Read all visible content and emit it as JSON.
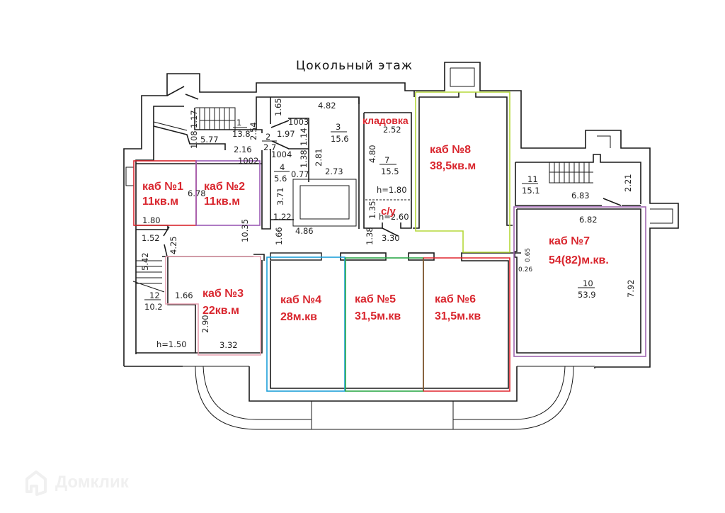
{
  "title": "Цокольный этаж",
  "watermark": {
    "text": "Домклик",
    "icon": "domclick-logo-icon"
  },
  "highlight_colors": {
    "kab1": "#d9262e",
    "kab2": "#9b59b6",
    "kab3": "#e8a0b0",
    "kab4": "#1ea0d8",
    "kab5": "#2ea84a",
    "kab6": "#e0262e",
    "kab6_divider": "#8b4a2b",
    "kab7": "#a066b0",
    "kab8": "#b5d83a"
  },
  "offices": [
    {
      "id": "kab1",
      "name": "каб №1",
      "area": "11кв.м"
    },
    {
      "id": "kab2",
      "name": "каб №2",
      "area": "11кв.м"
    },
    {
      "id": "kab3",
      "name": "каб №3",
      "area": "22кв.м"
    },
    {
      "id": "kab4",
      "name": "каб №4",
      "area": "28м.кв"
    },
    {
      "id": "kab5",
      "name": "каб №5",
      "area": "31,5м.кв"
    },
    {
      "id": "kab6",
      "name": "каб №6",
      "area": "31,5м.кв"
    },
    {
      "id": "kab7",
      "name": "каб №7",
      "area": "54(82)м.кв."
    },
    {
      "id": "kab8",
      "name": "каб №8",
      "area": "38,5кв.м"
    }
  ],
  "extra_labels": {
    "storage": "кладовка",
    "wc": "с/у"
  },
  "rooms": [
    {
      "num": "1",
      "area": "13.8"
    },
    {
      "num": "2",
      "area": "2.7"
    },
    {
      "num": "3",
      "area": "15.6"
    },
    {
      "num": "4",
      "area": "5.6"
    },
    {
      "num": "7",
      "area": "15.5"
    },
    {
      "num": "10",
      "area": "53.9"
    },
    {
      "num": "11",
      "area": "15.1"
    },
    {
      "num": "12",
      "area": "10.2"
    }
  ],
  "doors": [
    "1002",
    "1003",
    "1004"
  ],
  "heights": {
    "storage": "h=1.80",
    "wc": "h=2.60",
    "room12": "h=1.50"
  },
  "dimensions": {
    "d_1_17": "1.17",
    "d_5_77": "5.77",
    "d_1_08": "1.08",
    "d_2_54": "2.54",
    "d_2_16": "2.16",
    "d_1_65": "1.65",
    "d_4_82": "4.82",
    "d_1_97": "1.97",
    "d_1_14": "1.14",
    "d_1_38a": "1.38",
    "d_2_81": "2.81",
    "d_0_77": "0.77",
    "d_2_73": "2.73",
    "d_3_71": "3.71",
    "d_1_22": "1.22",
    "d_1_66a": "1.66",
    "d_4_86": "4.86",
    "d_6_78": "6.78",
    "d_1_80": "1.80",
    "d_1_52": "1.52",
    "d_4_25": "4.25",
    "d_10_35": "10.35",
    "d_5_42": "5.42",
    "d_1_66b": "1.66",
    "d_2_90": "2.90",
    "d_3_32": "3.32",
    "d_2_52": "2.52",
    "d_4_80": "4.80",
    "d_1_35": "1.35",
    "d_1_38b": "1.38",
    "d_3_30": "3.30",
    "d_6_83": "6.83",
    "d_2_21": "2.21",
    "d_6_82": "6.82",
    "d_0_65": "0.65",
    "d_0_26": "0.26",
    "d_7_92": "7.92"
  }
}
